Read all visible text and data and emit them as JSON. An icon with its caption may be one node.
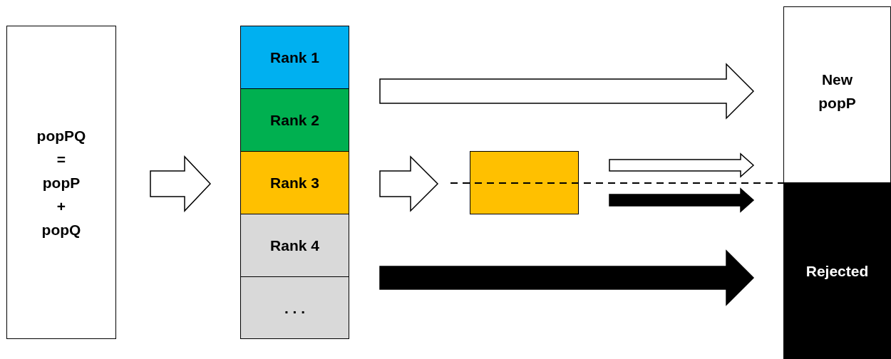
{
  "diagram": {
    "nodes": [
      {
        "text": [
          "popPQ = popP + popQ"
        ]
      },
      {
        "text": [
          "Rank 1"
        ]
      },
      {
        "text": [
          "Rank 2"
        ]
      },
      {
        "text": [
          "Rank 3"
        ]
      },
      {
        "text": [
          "Rank 4"
        ]
      },
      {
        "text": [
          ". . ."
        ]
      },
      {
        "text": [],
        "shape": "box"
      },
      {
        "text": [
          "New popP"
        ]
      },
      {
        "text": [
          "Rejected"
        ]
      }
    ],
    "edges": [
      {
        "from": 0,
        "to": 3,
        "arrow": "to"
      },
      {
        "from": 1,
        "to": 7,
        "arrow": "to"
      },
      {
        "from": 2,
        "to": 7,
        "arrow": "to"
      },
      {
        "from": 3,
        "to": 6,
        "arrow": "to"
      },
      {
        "from": 6,
        "to": 7,
        "arrow": "to"
      },
      {
        "from": 6,
        "to": 8,
        "arrow": "to",
        "color": "#000000"
      },
      {
        "from": 4,
        "to": 8,
        "arrow": "to",
        "color": "#000000"
      },
      {
        "from": 5,
        "to": 8,
        "arrow": "to",
        "color": "#000000"
      }
    ]
  }
}
